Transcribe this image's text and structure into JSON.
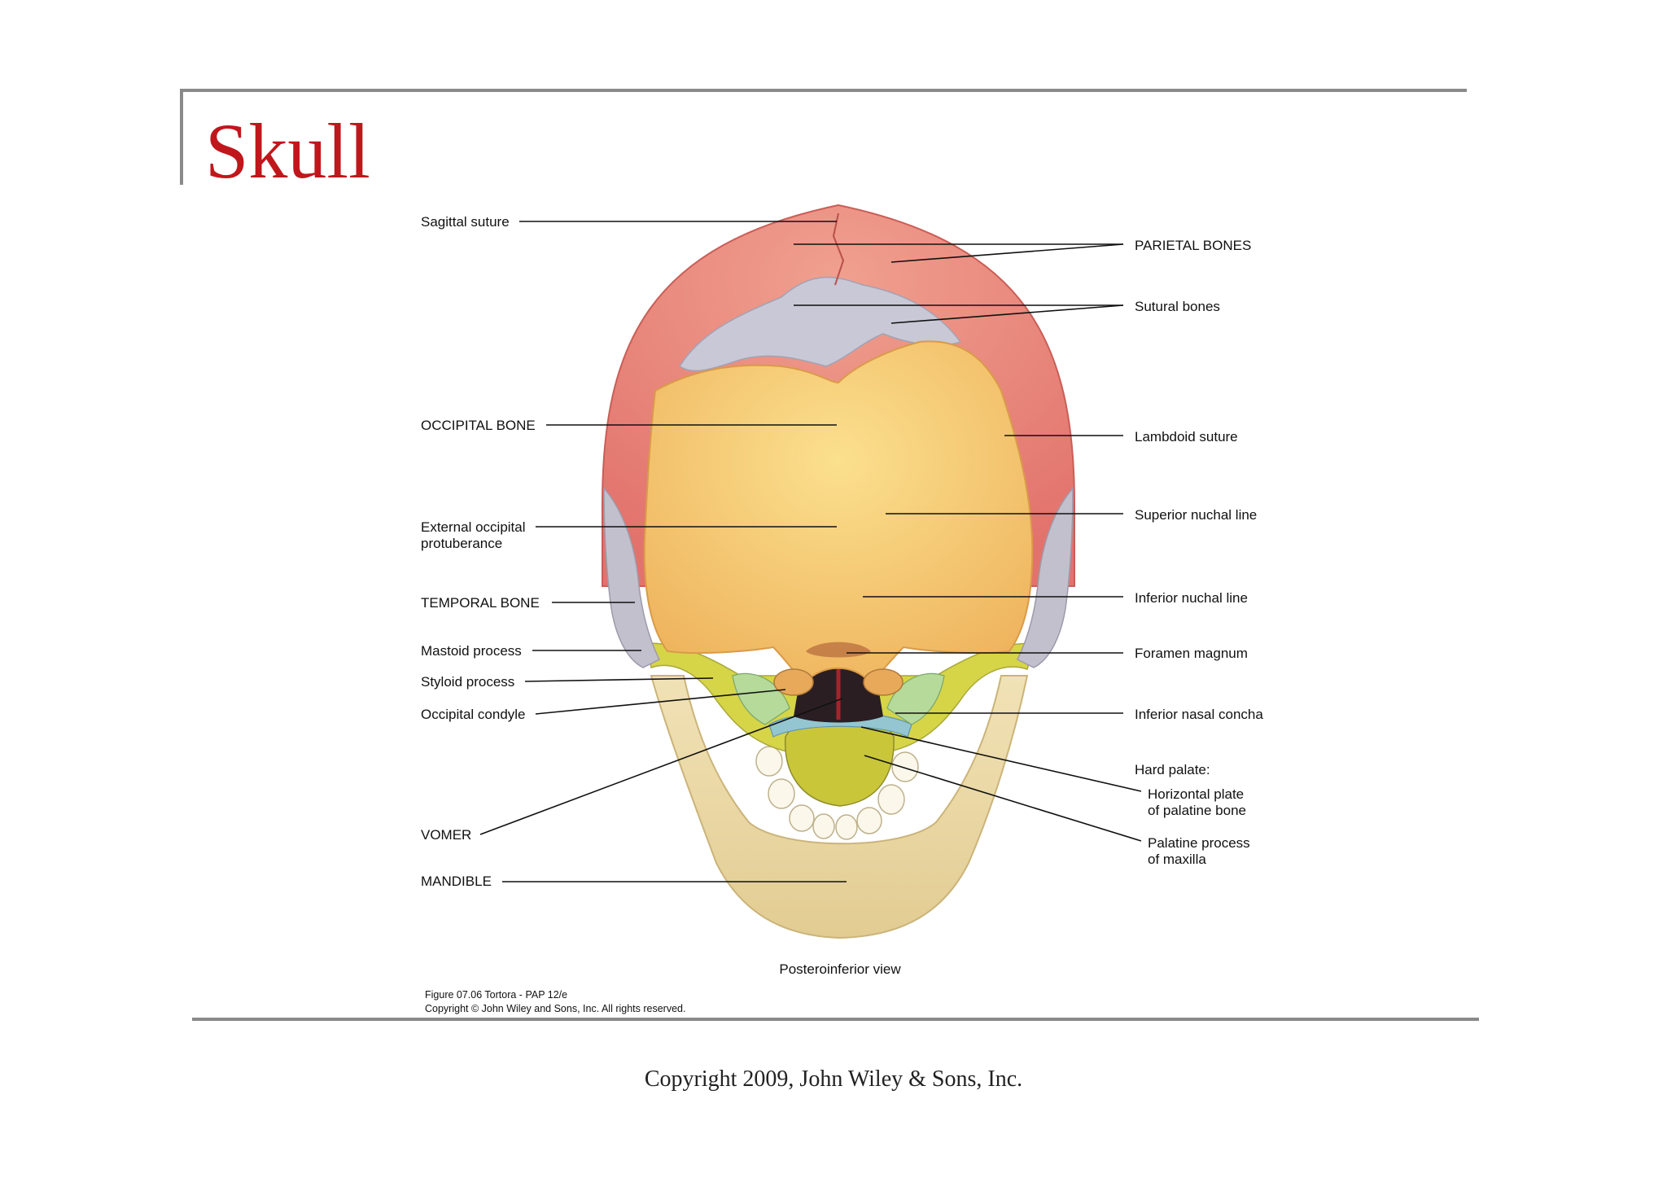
{
  "slide": {
    "title": "Skull",
    "footer": "Copyright 2009, John Wiley & Sons, Inc."
  },
  "figure": {
    "view_label": "Posteroinferior view",
    "credit_line1": "Figure 07.06  Tortora - PAP 12/e",
    "credit_line2": "Copyright © John Wiley and Sons, Inc. All rights reserved.",
    "labels": {
      "sagittal_suture": "Sagittal suture",
      "parietal_bones": "PARIETAL BONES",
      "sutural_bones": "Sutural bones",
      "occipital_bone": "OCCIPITAL BONE",
      "lambdoid_suture": "Lambdoid suture",
      "external_occipital_1": "External occipital",
      "external_occipital_2": "protuberance",
      "superior_nuchal_line": "Superior nuchal line",
      "temporal_bone": "TEMPORAL BONE",
      "inferior_nuchal_line": "Inferior nuchal line",
      "mastoid_process": "Mastoid process",
      "foramen_magnum": "Foramen magnum",
      "styloid_process": "Styloid process",
      "occipital_condyle": "Occipital condyle",
      "inferior_nasal_concha": "Inferior nasal concha",
      "hard_palate": "Hard palate:",
      "horizontal_plate_1": "Horizontal plate",
      "horizontal_plate_2": "of palatine bone",
      "vomer": "VOMER",
      "palatine_process_1": "Palatine process",
      "palatine_process_2": "of maxilla",
      "mandible": "MANDIBLE"
    },
    "colors": {
      "parietal": "#e8837a",
      "sutural": "#c9c9d6",
      "occipital": "#f4c46e",
      "temporal": "#c2c0cc",
      "mandible": "#ead8a6",
      "maxilla": "#d9d84a",
      "palatine": "#8fc6cf",
      "concha": "#b9dca0",
      "title": "#c0171c"
    }
  }
}
